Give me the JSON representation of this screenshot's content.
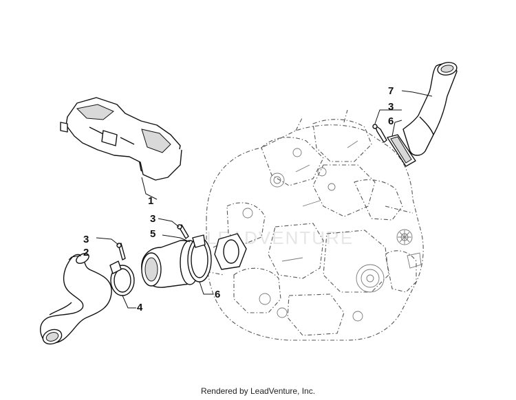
{
  "footer": {
    "text": "Rendered by LeadVenture, Inc."
  },
  "watermark": {
    "text": "LEADVENTURE"
  },
  "callouts": [
    {
      "id": "c1",
      "label": "1"
    },
    {
      "id": "c2",
      "label": "2"
    },
    {
      "id": "c3a",
      "label": "3"
    },
    {
      "id": "c3b",
      "label": "3"
    },
    {
      "id": "c3c",
      "label": "3"
    },
    {
      "id": "c4",
      "label": "4"
    },
    {
      "id": "c5",
      "label": "5"
    },
    {
      "id": "c6a",
      "label": "6"
    },
    {
      "id": "c6b",
      "label": "6"
    },
    {
      "id": "c7",
      "label": "7"
    }
  ],
  "colors": {
    "line": "#111111",
    "engine": "#555555",
    "background": "#ffffff"
  }
}
